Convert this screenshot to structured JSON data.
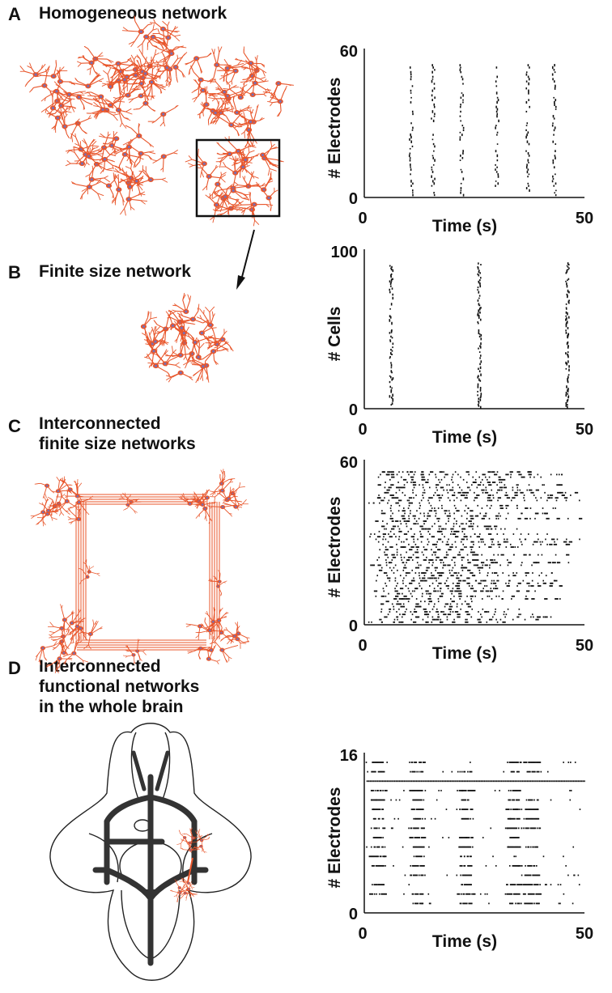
{
  "figure": {
    "panels": [
      {
        "letter": "A",
        "title_lines": [
          "Homogeneous network"
        ],
        "illustration": "homogeneous-neuron-network",
        "chart": {
          "ylabel": "# Electrodes",
          "xlabel": "Time (s)",
          "y_ticks": [
            "0",
            "60"
          ],
          "x_ticks": [
            "0",
            "50"
          ]
        }
      },
      {
        "letter": "B",
        "title_lines": [
          "Finite size network"
        ],
        "illustration": "finite-size-neuron-network",
        "chart": {
          "ylabel": "# Cells",
          "xlabel": "Time (s)",
          "y_ticks": [
            "0",
            "100"
          ],
          "x_ticks": [
            "0",
            "50"
          ]
        }
      },
      {
        "letter": "C",
        "title_lines": [
          "Interconnected",
          "finite size networks"
        ],
        "illustration": "four-interconnected-clusters",
        "chart": {
          "ylabel": "# Electrodes",
          "xlabel": "Time (s)",
          "y_ticks": [
            "0",
            "60"
          ],
          "x_ticks": [
            "0",
            "50"
          ]
        }
      },
      {
        "letter": "D",
        "title_lines": [
          "Interconnected",
          "functional networks",
          "in the whole brain"
        ],
        "illustration": "brain-ventral-view-with-network",
        "chart": {
          "ylabel": "# Electrodes",
          "xlabel": "Time (s)",
          "y_ticks": [
            "0",
            "16"
          ],
          "x_ticks": [
            "0",
            "50"
          ]
        }
      }
    ],
    "colors": {
      "neuron": "#e8552a",
      "soma": "#7b6fb0",
      "ink": "#111111",
      "vessel": "#333333"
    }
  },
  "chart_data": [
    {
      "type": "scatter",
      "title": "",
      "xlabel": "Time (s)",
      "ylabel": "# Electrodes",
      "xlim": [
        0,
        50
      ],
      "ylim": [
        0,
        60
      ],
      "pattern": "synchronized bursts across all electrodes",
      "burst_times_s": [
        10.5,
        15.5,
        22,
        30,
        37,
        43
      ]
    },
    {
      "type": "scatter",
      "title": "",
      "xlabel": "Time (s)",
      "ylabel": "# Cells",
      "xlim": [
        0,
        50
      ],
      "ylim": [
        0,
        100
      ],
      "pattern": "synchronized bursts across all cells",
      "burst_times_s": [
        6,
        26,
        46
      ]
    },
    {
      "type": "scatter",
      "title": "",
      "xlabel": "Time (s)",
      "ylabel": "# Electrodes",
      "xlim": [
        0,
        50
      ],
      "ylim": [
        0,
        60
      ],
      "pattern": "dense irregular, partially propagating activity"
    },
    {
      "type": "scatter",
      "title": "",
      "xlabel": "Time (s)",
      "ylabel": "# Electrodes",
      "xlim": [
        0,
        50
      ],
      "ylim": [
        0,
        16
      ],
      "pattern": "column bursts with one tonically active electrode",
      "burst_times_s": [
        3,
        12,
        23,
        34,
        38
      ],
      "tonic_electrode": 14
    }
  ]
}
